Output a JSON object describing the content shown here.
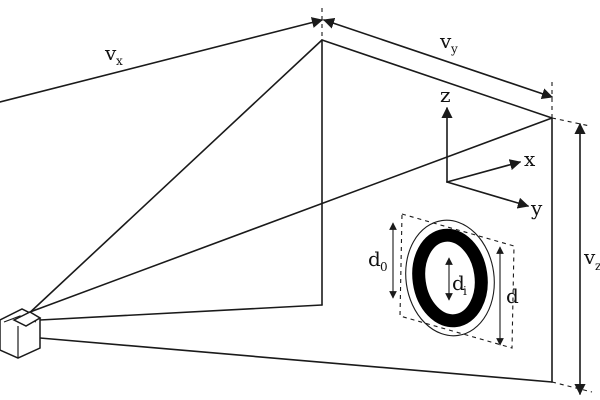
{
  "labels": {
    "vx": "v",
    "vx_sub": "x",
    "vy": "v",
    "vy_sub": "y",
    "vz": "v",
    "vz_sub": "z",
    "axis_z": "z",
    "axis_x": "x",
    "axis_y": "y",
    "d0": "d",
    "d0_sub": "0",
    "di": "d",
    "di_sub": "i",
    "d": "d"
  },
  "colors": {
    "ink": "#1a1a1a",
    "ring": "#000000",
    "background": "#ffffff"
  },
  "icons": {
    "camera": "camera-icon"
  }
}
